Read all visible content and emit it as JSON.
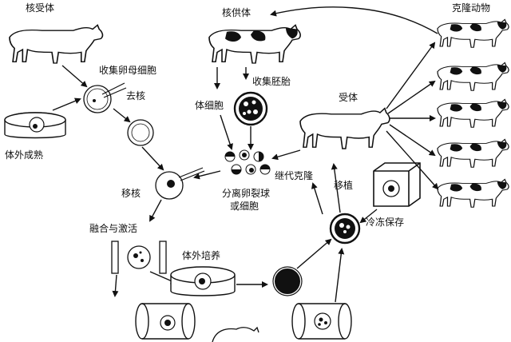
{
  "labels": {
    "nucleus_recipient": "核受体",
    "collect_oocyte": "收集卵母细胞",
    "enucleate": "去核",
    "in_vitro_maturation": "体外成熟",
    "nuclear_transfer": "移核",
    "fusion_activation": "融合与激活",
    "in_vitro_culture": "体外培养",
    "nucleus_donor": "核供体",
    "collect_embryo": "收集胚胎",
    "somatic_cell": "体细胞",
    "blastomere_line1": "分离卵裂球",
    "blastomere_line2": "或细胞",
    "serial_cloning": "继代克隆",
    "transplant": "移植",
    "recipient": "受体",
    "cryopreservation": "冷冻保存",
    "cloned_animals": "克隆动物"
  },
  "colors": {
    "ink": "#111111",
    "paper": "#ffffff"
  }
}
